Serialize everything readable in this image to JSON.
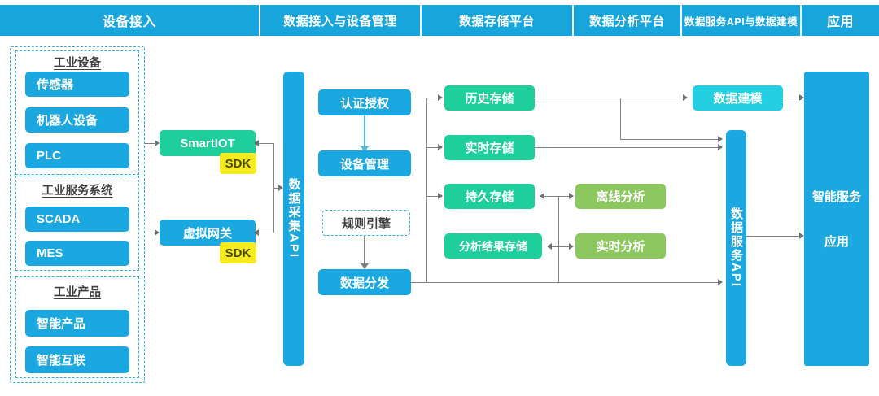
{
  "header": {
    "tabs": [
      {
        "label": "设备接入"
      },
      {
        "label": "数据接入与设备管理"
      },
      {
        "label": "数据存储平台"
      },
      {
        "label": "数据分析平台"
      },
      {
        "label": "数据服务API与数据建模"
      },
      {
        "label": "应用"
      }
    ]
  },
  "device_access": {
    "groups": [
      {
        "title": "工业设备",
        "items": [
          "传感器",
          "机器人设备",
          "PLC"
        ]
      },
      {
        "title": "工业服务系统",
        "items": [
          "SCADA",
          "MES"
        ]
      },
      {
        "title": "工业产品",
        "items": [
          "智能产品",
          "智能互联"
        ]
      }
    ]
  },
  "gateways": [
    {
      "label": "SmartIOT",
      "badge": "SDK"
    },
    {
      "label": "虚拟网关",
      "badge": "SDK"
    }
  ],
  "collect_api": {
    "label": "数据采集API"
  },
  "device_mgmt": {
    "auth": "认证授权",
    "manage": "设备管理",
    "rule_engine": "规则引擎",
    "dispatch": "数据分发"
  },
  "storage": {
    "items": [
      "历史存储",
      "实时存储",
      "持久存储",
      "分析结果存储"
    ]
  },
  "analysis": {
    "items": [
      "离线分析",
      "实时分析"
    ]
  },
  "modeling": {
    "label": "数据建模"
  },
  "service_api": {
    "label": "数据服务API"
  },
  "application": {
    "lines": [
      "智能服务",
      "应用"
    ]
  },
  "colors": {
    "header": "#18a5dc",
    "blue": "#1ba8e0",
    "teal": "#1fcf9b",
    "cyan": "#23cfe0",
    "lime": "#8dc75f",
    "badge": "#f5eb1e",
    "dashed_border": "#2fb4e8",
    "connector": "#808287"
  }
}
